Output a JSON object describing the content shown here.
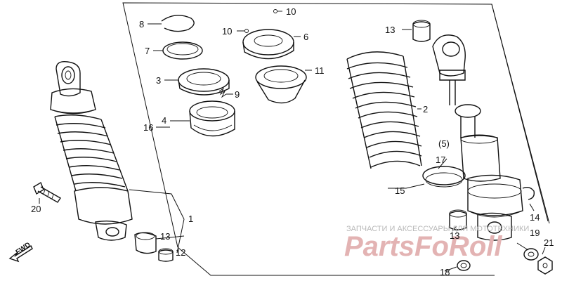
{
  "labels": {
    "p1": "1",
    "p2": "2",
    "p3": "3",
    "p4": "4",
    "p5": "(5)",
    "p6": "6",
    "p7": "7",
    "p8": "8",
    "p9": "9",
    "p10a": "10",
    "p10b": "10",
    "p11": "11",
    "p12": "12",
    "p13a": "13",
    "p13b": "13",
    "p13c": "13",
    "p14": "14",
    "p15": "15",
    "p16": "16",
    "p17": "17",
    "p18": "18",
    "p19": "19",
    "p20": "20",
    "p21": "21"
  },
  "direction_arrow": {
    "label": "FWD",
    "icon": "arrow-icon"
  },
  "watermark": {
    "tagline": "ЗАПЧАСТИ И АКСЕССУАРЫ ДЛЯ МОТОТЕХНИКИ",
    "logo": "PartsFoRoll"
  },
  "colors": {
    "line": "#111111",
    "watermark_text": "#b9b9b9",
    "watermark_logo": "#e3b3b3"
  }
}
